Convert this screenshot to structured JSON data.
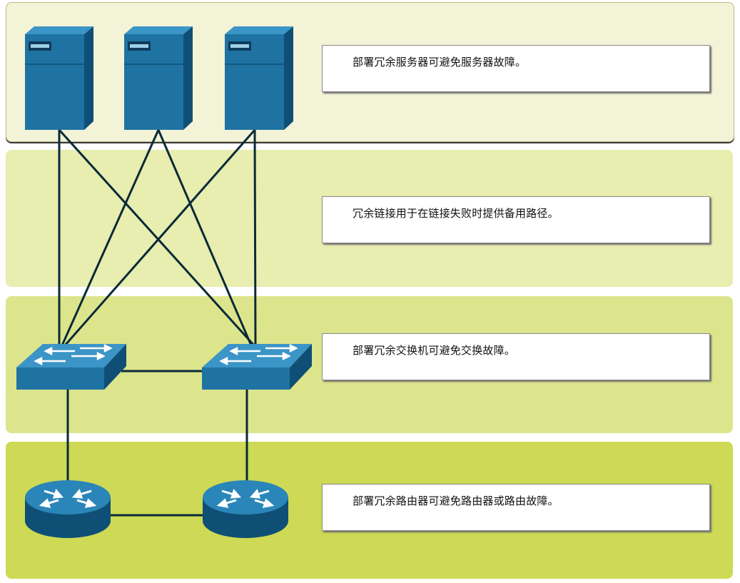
{
  "layers": [
    {
      "id": "servers",
      "caption": "部署冗余服务器可避免服务器故障。"
    },
    {
      "id": "links",
      "caption": "冗余链接用于在链接失败时提供备用路径。"
    },
    {
      "id": "switches",
      "caption": "部署冗余交换机可避免交换故障。"
    },
    {
      "id": "routers",
      "caption": "部署冗余路由器可避免路由器或路由故障。"
    }
  ],
  "devices": {
    "servers": [
      "server",
      "server",
      "server"
    ],
    "switches": [
      "switch",
      "switch"
    ],
    "routers": [
      "router",
      "router"
    ]
  },
  "colors": {
    "device_blue": "#1f73a3",
    "device_dark": "#0f4f76",
    "device_light": "#3b95c6",
    "cable": "#0a2a38"
  },
  "icons": [
    "server-icon",
    "switch-icon",
    "router-icon"
  ]
}
